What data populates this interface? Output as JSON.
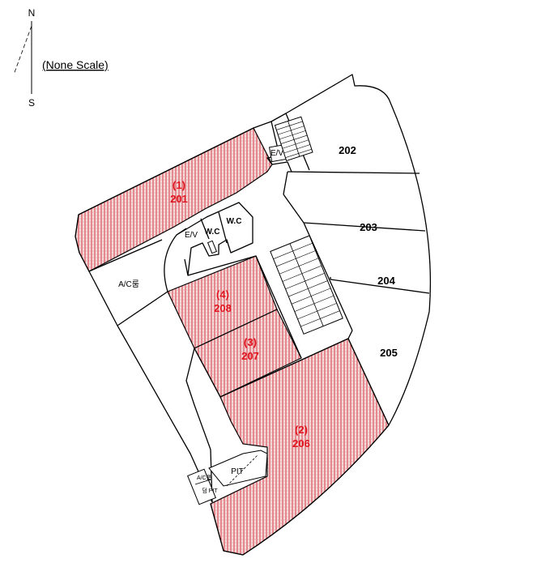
{
  "compass": {
    "north": "N",
    "south": "S"
  },
  "scale_note": "(None Scale)",
  "colors": {
    "highlight": "#e0141e",
    "wall": "#000000",
    "background": "#ffffff"
  },
  "units": {
    "u201": {
      "tag": "(1)",
      "num": "201"
    },
    "u206": {
      "tag": "(2)",
      "num": "206"
    },
    "u207": {
      "tag": "(3)",
      "num": "207"
    },
    "u208": {
      "tag": "(4)",
      "num": "208"
    },
    "u202": {
      "num": "202"
    },
    "u203": {
      "num": "203"
    },
    "u204": {
      "num": "204"
    },
    "u205": {
      "num": "205"
    }
  },
  "rooms": {
    "wc_left": "W.C",
    "wc_right": "W.C",
    "ev_top": "E/V",
    "ev_left": "E/V",
    "ac_room": "A/C룸",
    "pit": "PIT",
    "ac_small": "A/C룸",
    "dam_pit": "덤 PIT"
  },
  "legend_icons": [
    "north-arrow-icon"
  ]
}
